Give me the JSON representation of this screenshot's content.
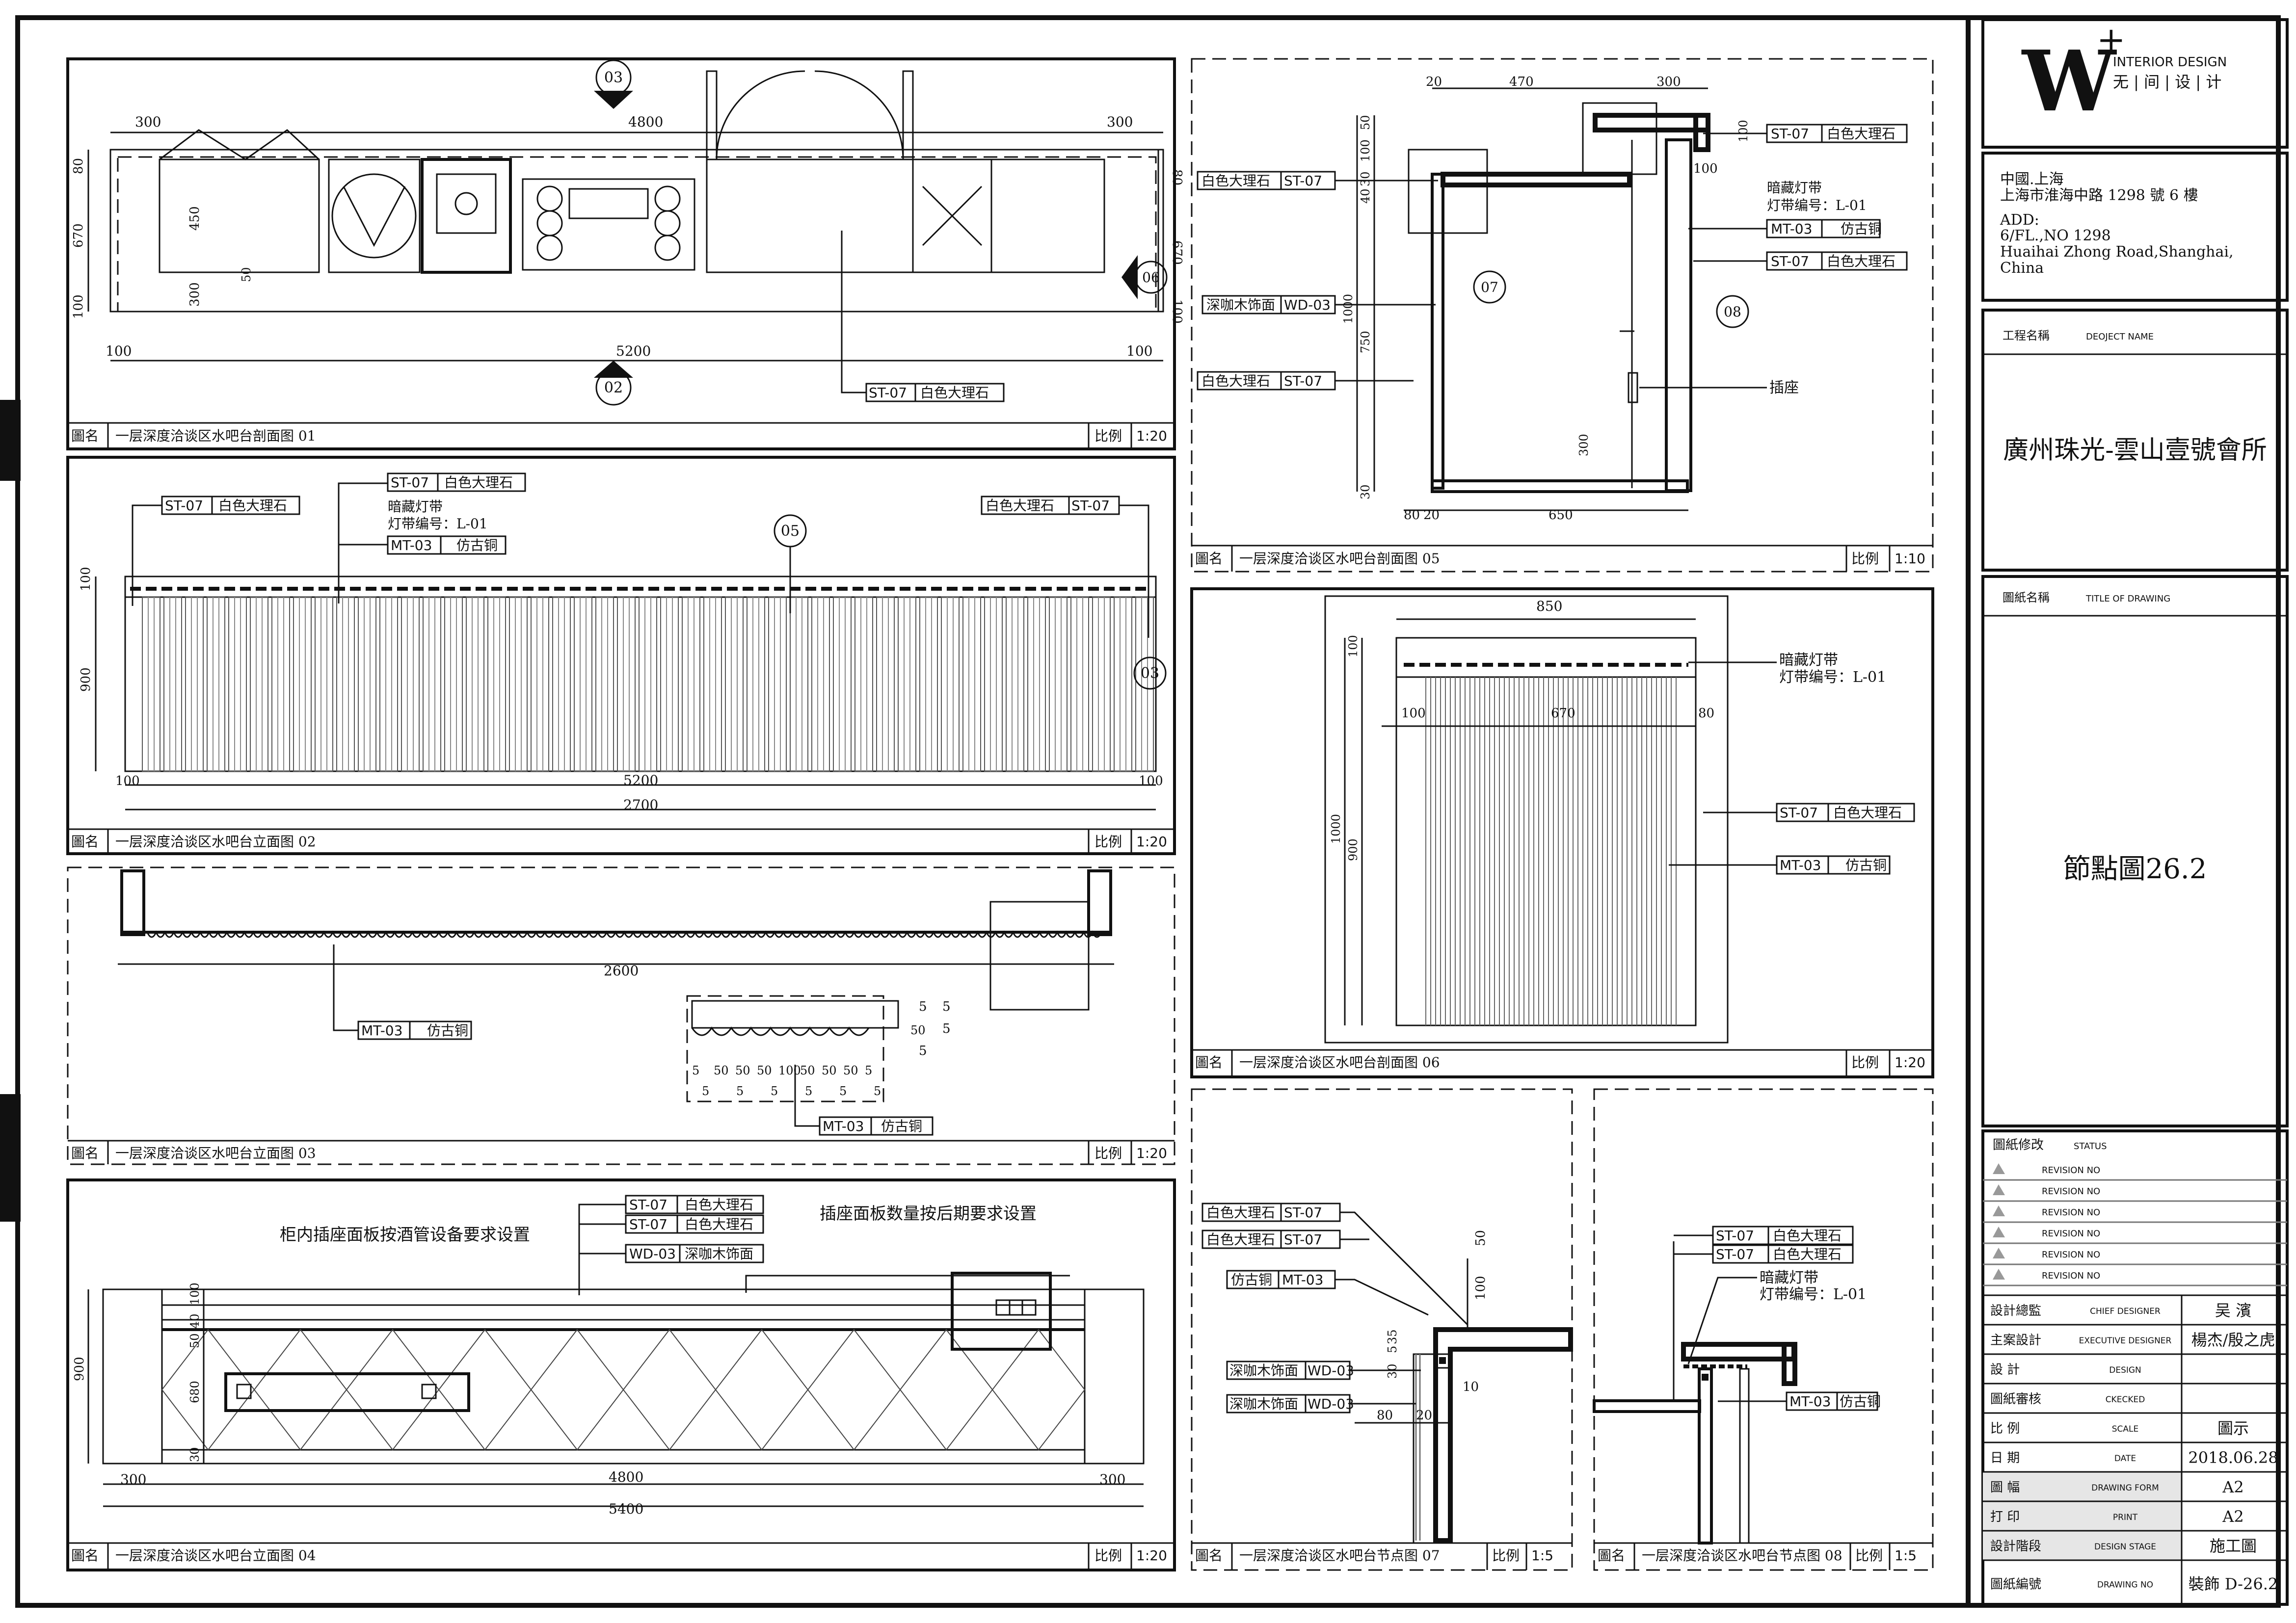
{
  "sheet": {
    "brand": {
      "mark": "W",
      "sup": "+",
      "en": "INTERIOR DESIGN",
      "cn": "无 | 间 | 设 | 计"
    },
    "address": {
      "cn1": "中國.上海",
      "cn2": "上海市淮海中路 1298 號 6 樓",
      "add_label": "ADD:",
      "en1": "6/FL.,NO 1298",
      "en2": "Huaihai Zhong Road,Shanghai,",
      "en3": "China"
    },
    "project": {
      "label_cn": "工程名稱",
      "label_en": "DEOJECT NAME",
      "value": "廣州珠光-雲山壹號會所"
    },
    "drawing_title": {
      "label_cn": "圖紙名稱",
      "label_en": "TITLE OF DRAWING",
      "value": "節點圖26.2"
    },
    "revisions": {
      "label_cn": "圖紙修改",
      "label_en": "STATUS",
      "rows": [
        "REVISION NO",
        "REVISION NO",
        "REVISION NO",
        "REVISION NO",
        "REVISION NO",
        "REVISION NO"
      ]
    },
    "info": [
      {
        "cn": "設計總監",
        "en": "CHIEF DESIGNER",
        "value": "吴 濱"
      },
      {
        "cn": "主案設計",
        "en": "EXECUTIVE DESIGNER",
        "value": "楊杰/殷之虎"
      },
      {
        "cn": "設 計",
        "en": "DESIGN",
        "value": ""
      },
      {
        "cn": "圖紙審核",
        "en": "CKECKED",
        "value": ""
      },
      {
        "cn": "比 例",
        "en": "SCALE",
        "value": "圖示"
      },
      {
        "cn": "日 期",
        "en": "DATE",
        "value": "2018.06.28"
      },
      {
        "cn": "圖 幅",
        "en": "DRAWING FORM",
        "value": "A2"
      },
      {
        "cn": "打 印",
        "en": "PRINT",
        "value": "A2"
      },
      {
        "cn": "設計階段",
        "en": "DESIGN STAGE",
        "value": "施工圖"
      },
      {
        "cn": "圖紙編號",
        "en": "DRAWING NO",
        "value": "裝飾 D-26.2"
      }
    ]
  },
  "common": {
    "name_label": "圖名",
    "scale_label": "比例"
  },
  "views": {
    "v01": {
      "name": "一层深度洽谈区水吧台剖面图 01",
      "scale": "1:20",
      "dims": {
        "d300a": "300",
        "d4800": "4800",
        "d300b": "300",
        "d5200": "5200",
        "d100a": "100",
        "d100b": "100",
        "d80a": "80",
        "d670a": "670",
        "d100c": "100",
        "d80b": "80",
        "d670b": "670",
        "d100d": "100",
        "d450": "450",
        "d50": "50",
        "d300c": "300"
      },
      "marks": {
        "m03": "03",
        "m02": "02",
        "m06": "06"
      },
      "tag": {
        "code": "ST-07",
        "text": "白色大理石"
      }
    },
    "v02": {
      "name": "一层深度洽谈区水吧台立面图 02",
      "scale": "1:20",
      "dims": {
        "d100a": "100",
        "d900": "900",
        "d5200": "5200",
        "d2700": "2700",
        "d100b": "100",
        "d100c": "100"
      },
      "marks": {
        "m05": "05",
        "m03": "03"
      },
      "tags": [
        {
          "code": "ST-07",
          "text": "白色大理石"
        },
        {
          "code": "ST-07",
          "text": "白色大理石"
        },
        {
          "text": "暗藏灯带"
        },
        {
          "text": "灯带编号：L-01"
        },
        {
          "code": "MT-03",
          "text": "仿古铜"
        },
        {
          "code": "ST-07",
          "text": "白色大理石"
        }
      ]
    },
    "v03": {
      "name": "一层深度洽谈区水吧台立面图 03",
      "scale": "1:20",
      "dims": {
        "d2600": "2600",
        "s5a": "5",
        "s5b": "5",
        "s50": "50",
        "s5c": "5",
        "s5d": "5",
        "bottom": [
          "5",
          "50",
          "50",
          "50",
          "100",
          "50",
          "50",
          "50",
          "5"
        ],
        "bottom2": [
          "5",
          "5",
          "5",
          "5",
          "5",
          "5"
        ]
      },
      "tags": [
        {
          "code": "MT-03",
          "text": "仿古铜"
        },
        {
          "code": "MT-03",
          "text": "仿古铜"
        }
      ]
    },
    "v04": {
      "name": "一层深度洽谈区水吧台立面图 04",
      "scale": "1:20",
      "note1": "柜内插座面板按酒管设备要求设置",
      "note2": "插座面板数量按后期要求设置",
      "dims": {
        "d100": "100",
        "d40": "40",
        "d50": "50",
        "d900": "900",
        "d680": "680",
        "d30": "30",
        "d300a": "300",
        "d4800": "4800",
        "d300b": "300",
        "d5400": "5400"
      },
      "tags": [
        {
          "code": "ST-07",
          "text": "白色大理石"
        },
        {
          "code": "ST-07",
          "text": "白色大理石"
        },
        {
          "code": "WD-03",
          "text": "深咖木饰面"
        }
      ]
    },
    "v05": {
      "name": "一层深度洽谈区水吧台剖面图 05",
      "scale": "1:10",
      "dims": {
        "d20": "20",
        "d470": "470",
        "d300": "300",
        "d50": "50",
        "d100a": "100",
        "d30": "30",
        "d40": "40",
        "d1000": "1000",
        "d750": "750",
        "d300b": "300",
        "d30b": "30",
        "d100b": "100",
        "d100c": "100",
        "d80": "80",
        "d20b": "20",
        "d650": "650"
      },
      "marks": {
        "m07": "07",
        "m08": "08"
      },
      "tags": [
        {
          "text": "白色大理石",
          "code": "ST-07"
        },
        {
          "text": "深咖木饰面",
          "code": "WD-03"
        },
        {
          "text": "白色大理石",
          "code": "ST-07"
        },
        {
          "code": "ST-07",
          "text": "白色大理石"
        },
        {
          "text": "暗藏灯带"
        },
        {
          "text": "灯带编号：L-01"
        },
        {
          "code": "MT-03",
          "text": "仿古铜"
        },
        {
          "code": "ST-07",
          "text": "白色大理石"
        },
        {
          "text": "插座"
        }
      ]
    },
    "v06": {
      "name": "一层深度洽谈区水吧台剖面图 06",
      "scale": "1:20",
      "dims": {
        "d850": "850",
        "d100": "100",
        "d670": "670",
        "d80": "80",
        "d1000": "1000",
        "d900": "900",
        "d100b": "100"
      },
      "tags": [
        {
          "text": "暗藏灯带"
        },
        {
          "text": "灯带编号：L-01"
        },
        {
          "code": "ST-07",
          "text": "白色大理石"
        },
        {
          "code": "MT-03",
          "text": "仿古铜"
        }
      ]
    },
    "v07": {
      "name": "一层深度洽谈区水吧台节点图 07",
      "scale": "1:5",
      "dims": {
        "d50": "50",
        "d100": "100",
        "d35": "35",
        "d5": "5",
        "d30": "30",
        "d10": "10",
        "d80": "80",
        "d20": "20"
      },
      "tags": [
        {
          "text": "白色大理石",
          "code": "ST-07"
        },
        {
          "text": "白色大理石",
          "code": "ST-07"
        },
        {
          "text": "仿古铜",
          "code": "MT-03"
        },
        {
          "text": "深咖木饰面",
          "code": "WD-03"
        },
        {
          "text": "深咖木饰面",
          "code": "WD-03"
        }
      ]
    },
    "v08": {
      "name": "一层深度洽谈区水吧台节点图 08",
      "scale": "1:5",
      "tags": [
        {
          "code": "ST-07",
          "text": "白色大理石"
        },
        {
          "code": "ST-07",
          "text": "白色大理石"
        },
        {
          "text": "暗藏灯带"
        },
        {
          "text": "灯带编号：L-01"
        },
        {
          "code": "MT-03",
          "text": "仿古铜"
        }
      ]
    }
  }
}
